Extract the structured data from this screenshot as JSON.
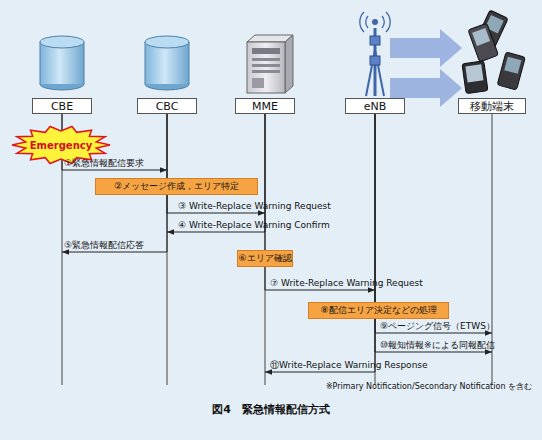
{
  "diagram": {
    "caption": "図4　緊急情報配信方式",
    "nodes": [
      {
        "text": [
          "CBE"
        ]
      },
      {
        "text": [
          "CBC"
        ]
      },
      {
        "text": [
          "MME"
        ]
      },
      {
        "text": [
          "eNB"
        ]
      },
      {
        "text": [
          "移動端末"
        ]
      },
      {
        "text": [
          "Emergency"
        ]
      },
      {
        "text": [
          "②メッセージ作成，エリア特定"
        ]
      },
      {
        "text": [
          "⑥エリア確認"
        ]
      },
      {
        "text": [
          "⑧配信エリア決定などの処理"
        ]
      }
    ],
    "edges": [
      {
        "from": 0,
        "to": 1,
        "arrow": "to",
        "label": "①緊急情報配信要求"
      },
      {
        "from": 1,
        "to": 2,
        "arrow": "to",
        "label": "③ Write-Replace Warning Request"
      },
      {
        "from": 2,
        "to": 1,
        "arrow": "to",
        "label": "④ Write-Replace Warning Confirm"
      },
      {
        "from": 1,
        "to": 0,
        "arrow": "to",
        "label": "⑤緊急情報配信応答"
      },
      {
        "from": 2,
        "to": 3,
        "arrow": "to",
        "label": "⑦ Write-Replace Warning Request"
      },
      {
        "from": 3,
        "to": 4,
        "arrow": "to",
        "label": "⑨ページング信号（ETWS）"
      },
      {
        "from": 3,
        "to": 4,
        "arrow": "to",
        "label": "⑩報知情報※による同報配信"
      },
      {
        "from": 3,
        "to": 2,
        "arrow": "to",
        "label": "⑪Write-Replace Warning Response"
      }
    ],
    "labels": [
      "※Primary Notification/Secondary Notification を含む"
    ]
  }
}
